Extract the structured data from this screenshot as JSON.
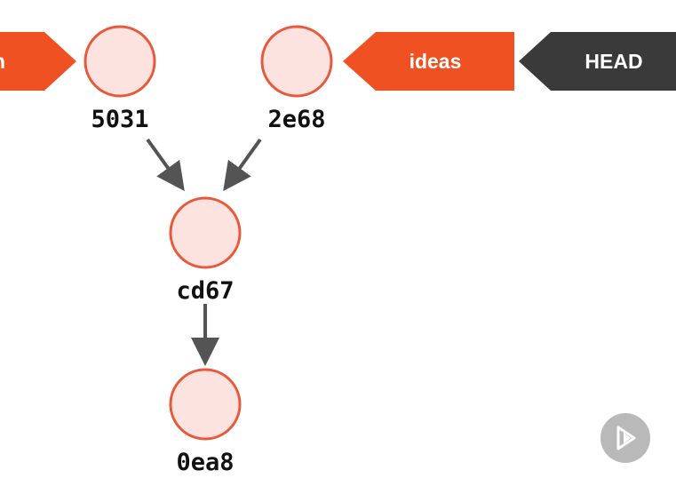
{
  "colors": {
    "branch_tag": "#f05122",
    "head_tag": "#3a3a3a",
    "commit_fill": "#fde3e0",
    "commit_stroke": "#e8593c",
    "arrow": "#545454",
    "player_button": "#b9b9b9"
  },
  "refs": {
    "partial_branch": {
      "label": "n"
    },
    "ideas": {
      "label": "ideas"
    },
    "head": {
      "label": "HEAD"
    }
  },
  "commits": {
    "c5031": {
      "id": "5031"
    },
    "c2e68": {
      "id": "2e68"
    },
    "cd67": {
      "id": "cd67"
    },
    "c0ea8": {
      "id": "0ea8"
    }
  },
  "edges": [
    {
      "from": "5031",
      "to": "cd67"
    },
    {
      "from": "2e68",
      "to": "cd67"
    },
    {
      "from": "cd67",
      "to": "0ea8"
    }
  ],
  "player": {
    "icon": "play-icon"
  }
}
